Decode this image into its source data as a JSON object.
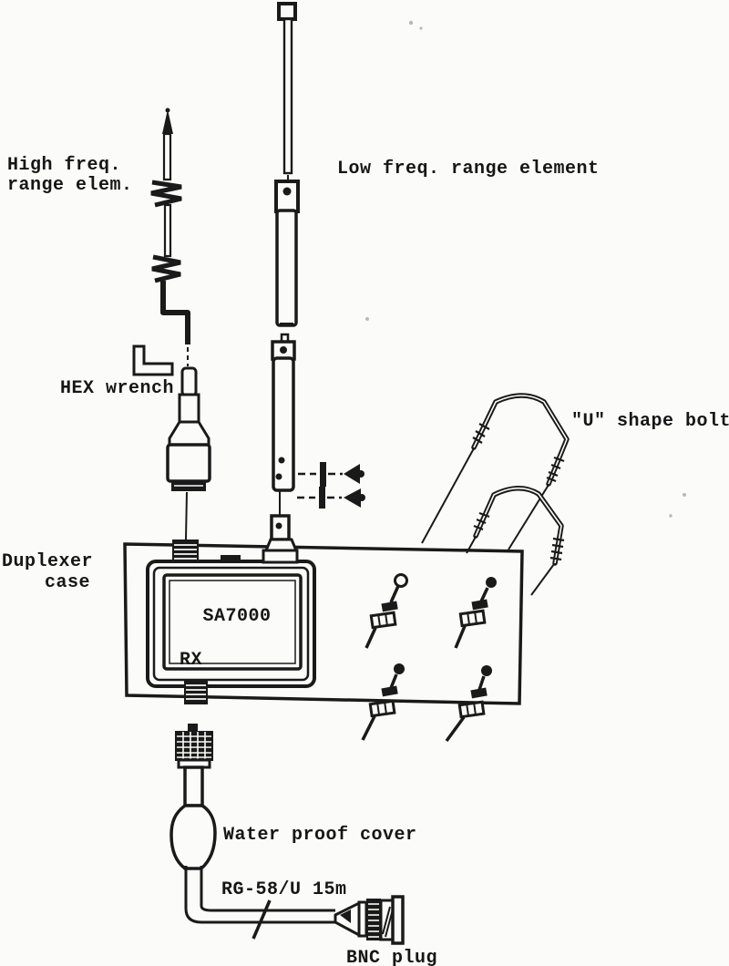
{
  "colors": {
    "ink": "#1a1a1a",
    "paper": "#fbfbfa"
  },
  "labels": {
    "high_freq_line1": "High freq.",
    "high_freq_line2": "range elem.",
    "low_freq": "Low freq. range element",
    "hex_wrench": "HEX wrench",
    "u_shape_bolt": "\"U\" shape bolt",
    "duplexer_line1": "Duplexer",
    "duplexer_line2": "case",
    "model": "SA7000",
    "rx": "RX",
    "water_proof_cover": "Water proof cover",
    "cable": "RG-58/U 15m",
    "bnc_plug": "BNC plug"
  }
}
